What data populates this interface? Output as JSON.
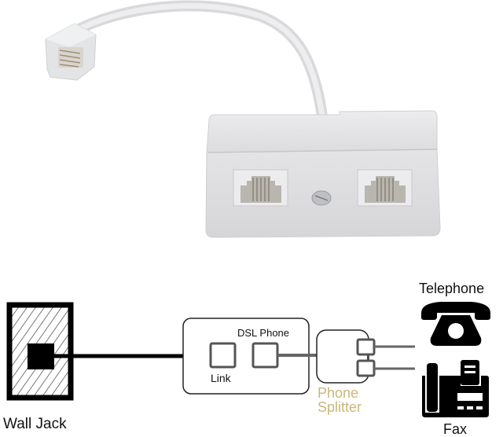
{
  "product_photo": {
    "subject": "telephone line splitter with two RJ11 sockets and attached cable with plug",
    "ports_count": 2
  },
  "diagram": {
    "wall_jack": {
      "label": "Wall Jack"
    },
    "modem_box": {
      "link_label": "Link",
      "dsl_phone_label": "DSL Phone"
    },
    "splitter": {
      "label_line1": "Phone",
      "label_line2": "Splitter",
      "label_color": "#c8b77a"
    },
    "devices": [
      {
        "name": "telephone",
        "label": "Telephone",
        "icon": "telephone-icon"
      },
      {
        "name": "fax",
        "label": "Fax",
        "icon": "fax-icon"
      }
    ],
    "colors": {
      "thick_cable": "#000000",
      "gray_cable": "#666666",
      "outline": "#222222",
      "port_stroke": "#555555"
    }
  }
}
